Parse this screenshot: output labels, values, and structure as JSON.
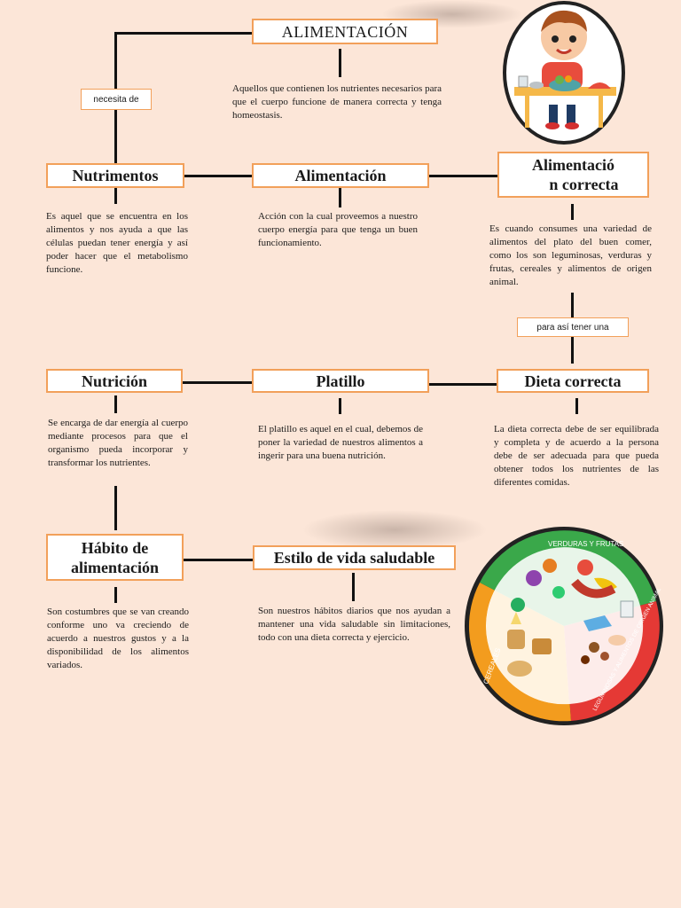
{
  "title": "ALIMENTACIÓN",
  "links": {
    "necesita_de": "necesita de",
    "para_tener": "para así tener una"
  },
  "intro_text": "Aquellos que contienen los nutrientes necesarios para que el cuerpo funcione de manera correcta y tenga homeostasis.",
  "nodes": {
    "nutrimentos": {
      "label": "Nutrimentos",
      "text": "Es aquel que se encuentra en los alimentos y nos ayuda a que las células puedan tener energía y así poder hacer que el metabolismo funcione."
    },
    "alimentacion": {
      "label": "Alimentación",
      "text": "Acción con la cual proveemos a nuestro cuerpo energía para que tenga un buen funcionamiento."
    },
    "alimentacion_correcta": {
      "label_1": "Alimentació",
      "label_2": "n correcta",
      "text": "Es cuando consumes una variedad de alimentos del plato del buen comer, como los son leguminosas, verduras y frutas, cereales y alimentos de origen animal."
    },
    "nutricion": {
      "label": "Nutrición",
      "text": "Se encarga de dar energía al cuerpo mediante procesos para que el organismo pueda incorporar y transformar los nutrientes."
    },
    "platillo": {
      "label": "Platillo",
      "text": "El platillo es aquel en el cual, debemos de poner la variedad de nuestros alimentos a ingerir para una buena nutrición."
    },
    "dieta_correcta": {
      "label": "Dieta correcta",
      "text": "La dieta correcta debe de ser equilibrada y completa y de acuerdo a la persona debe de ser adecuada para que pueda obtener todos los nutrientes de las diferentes comidas."
    },
    "habito": {
      "label_1": "Hábito de",
      "label_2": "alimentación",
      "text": "Son costumbres que se van creando conforme uno va creciendo de acuerdo a nuestros gustos y a la disponibilidad de los alimentos variados."
    },
    "estilo": {
      "label": "Estilo de vida saludable",
      "text": "Son nuestros hábitos diarios que nos ayudan a mantener una vida saludable sin limitaciones, todo con una dieta correcta y ejercicio."
    }
  },
  "plate": {
    "verduras_label": "VERDURAS Y FRUTAS",
    "cereales_label": "CEREALES",
    "leguminosas_label": "LEGUMINOSAS Y ALIMENTOS DE ORIGEN ANIMAL",
    "colors": {
      "verduras": "#3aa84a",
      "cereales": "#f39c1e",
      "leguminosas": "#e53935",
      "rim": "#222222"
    }
  }
}
